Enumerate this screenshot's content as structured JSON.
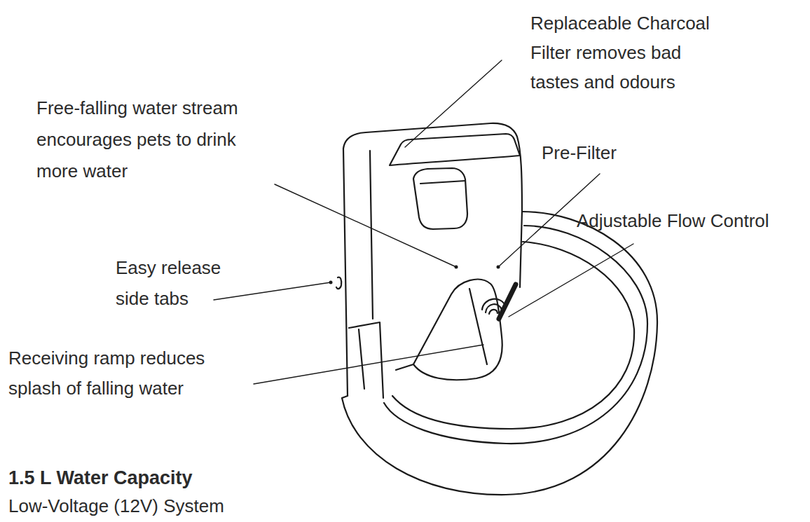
{
  "diagram": {
    "labels": [
      "Replaceable Charcoal Filter removes bad tastes and odours",
      "Free-falling water stream encourages pets to drink more water",
      "Pre-Filter",
      "Adjustable Flow Control",
      "Easy release side tabs",
      "Receiving ramp reduces splash of falling water",
      "1.5 L Water Capacity",
      "Low-Voltage (12V) System"
    ]
  }
}
